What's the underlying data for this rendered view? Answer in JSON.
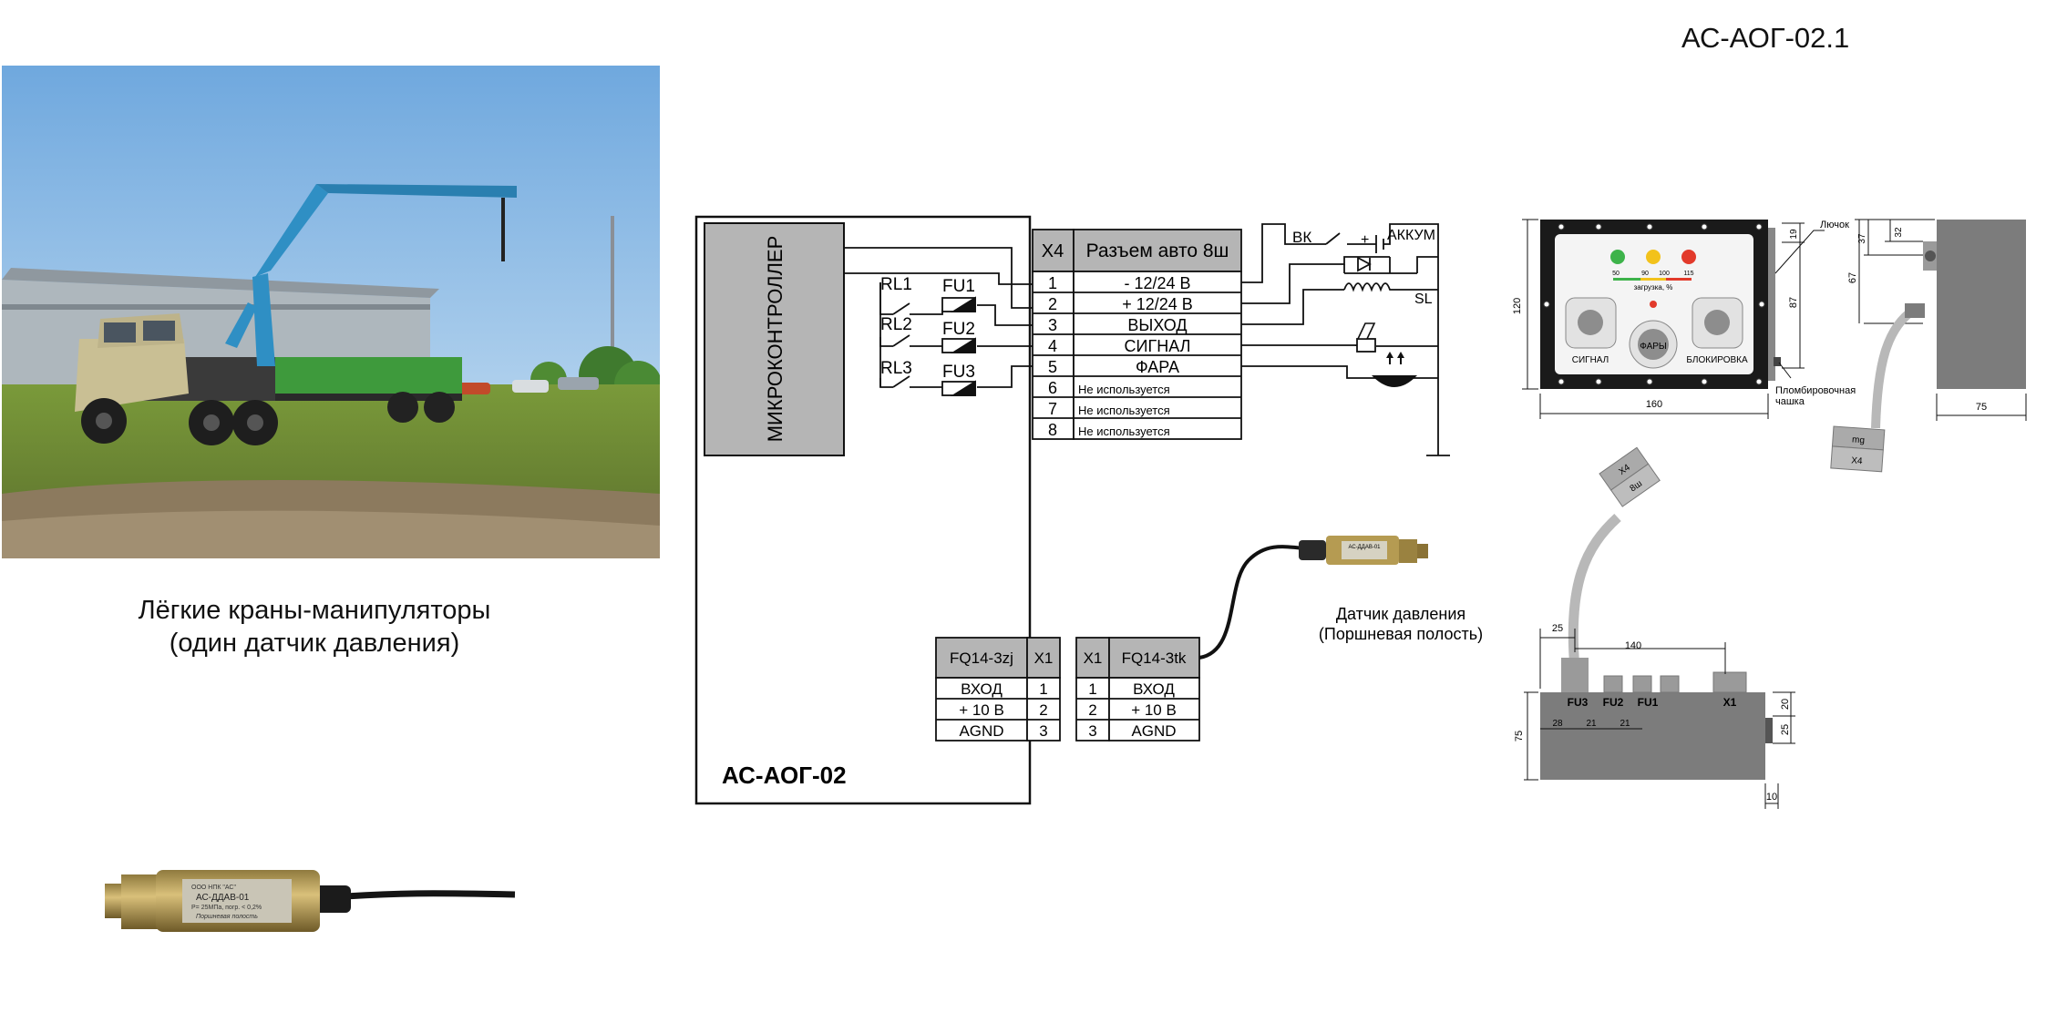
{
  "page_title": "АС-АОГ-02.1",
  "caption": {
    "line1": "Лёгкие краны-манипуляторы",
    "line2": "(один датчик давления)"
  },
  "schematic": {
    "microcontroller": "МИКРОКОНТРОЛЛЕР",
    "unit_name": "АС-АОГ-02",
    "relays": [
      {
        "relay": "RL1",
        "fuse": "FU1"
      },
      {
        "relay": "RL2",
        "fuse": "FU2"
      },
      {
        "relay": "RL3",
        "fuse": "FU3"
      }
    ],
    "x4": {
      "id": "X4",
      "title": "Разъем авто 8ш",
      "pins": [
        {
          "n": "1",
          "label": "- 12/24 В"
        },
        {
          "n": "2",
          "label": "+ 12/24 В"
        },
        {
          "n": "3",
          "label": "ВЫХОД"
        },
        {
          "n": "4",
          "label": "СИГНАЛ"
        },
        {
          "n": "5",
          "label": "ФАРА"
        },
        {
          "n": "6",
          "label": "Не используется"
        },
        {
          "n": "7",
          "label": "Не используется"
        },
        {
          "n": "8",
          "label": "Не используется"
        }
      ]
    },
    "external": {
      "vk": "ВК",
      "battery_plus": "+",
      "battery": "АККУМ",
      "sl": "SL"
    },
    "x1_left": {
      "title": "FQ14-3zj",
      "id": "X1",
      "pins": [
        {
          "n": "1",
          "label": "ВХОД"
        },
        {
          "n": "2",
          "label": "+ 10 В"
        },
        {
          "n": "3",
          "label": "AGND"
        }
      ]
    },
    "x1_right": {
      "title": "FQ14-3tk",
      "id": "X1",
      "pins": [
        {
          "n": "1",
          "label": "ВХОД"
        },
        {
          "n": "2",
          "label": "+ 10 В"
        },
        {
          "n": "3",
          "label": "AGND"
        }
      ]
    },
    "sensor": {
      "line1": "Датчик давления",
      "line2": "(Поршневая полость)",
      "body_label": "АС-ДДАВ-01"
    }
  },
  "panel_drawing": {
    "scale_labels": [
      "50",
      "90",
      "100",
      "115"
    ],
    "load_label": "загрузка, %",
    "buttons": [
      "СИГНАЛ",
      "ФАРЫ",
      "БЛОКИРОВКА"
    ],
    "dims": {
      "width": "160",
      "height": "120",
      "inner_height": "87",
      "top1": "19",
      "side_top1": "37",
      "side_top2": "32",
      "side_height": "67",
      "side_depth": "75"
    },
    "hatch_label": "Лючок",
    "seal_label_1": "Пломбировочная",
    "seal_label_2": "чашка",
    "connector_tags": [
      "mg",
      "X4"
    ]
  },
  "bottom_drawing": {
    "dims": {
      "offset": "25",
      "span": "140",
      "height": "75",
      "d1": "28",
      "d2": "21",
      "d3": "21",
      "right_top": "20",
      "right_mid": "25",
      "right_bottom": "10"
    },
    "labels": [
      "FU3",
      "FU2",
      "FU1",
      "X1"
    ],
    "connector_tags": [
      "X4",
      "8ш"
    ]
  },
  "sensor_photo": {
    "brand": "ООО НПК \"АС\"",
    "model": "АС-ДДАВ-01",
    "spec": "P= 25МПа, погр. < 0,2%",
    "note": "Поршневая полость"
  },
  "colors": {
    "sky_top": "#6fa8de",
    "sky_bottom": "#c9e0f2",
    "crane": "#2f8fc4",
    "truck": "#c9bf94",
    "trailer": "#3e9a3c",
    "grass": "#6f8f33",
    "box_gray": "#b5b5b5",
    "panel_dark": "#1a1a1a",
    "led_green": "#3db34a",
    "led_yellow": "#f2c21b",
    "led_red": "#e23a2b"
  }
}
